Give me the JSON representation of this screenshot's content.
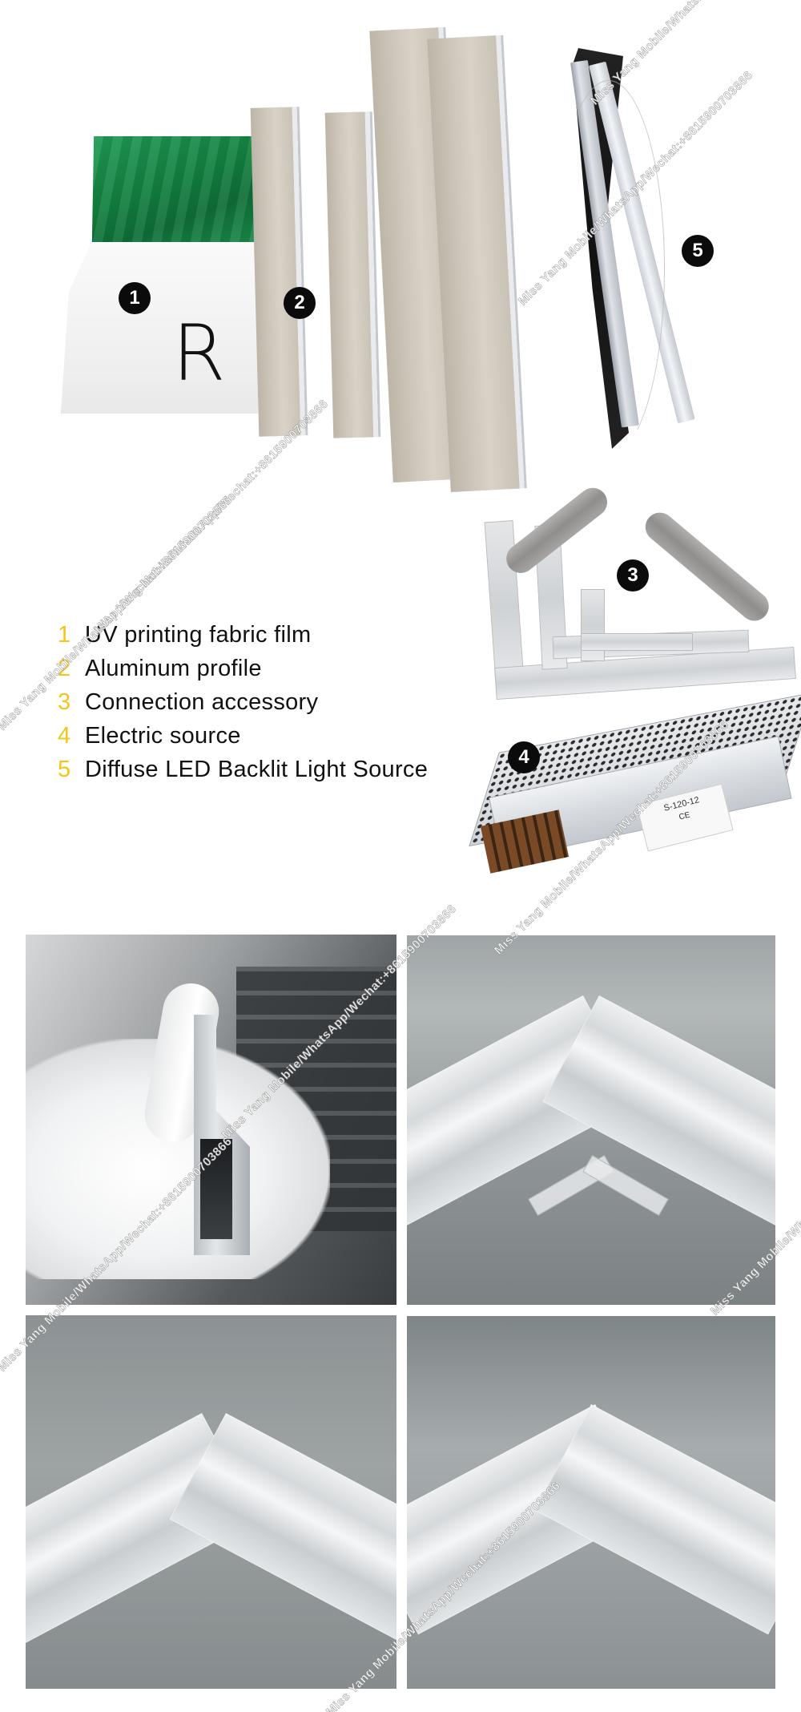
{
  "components": {
    "badges": [
      {
        "number": "1",
        "target": "UV printing fabric film"
      },
      {
        "number": "2",
        "target": "Aluminum profile"
      },
      {
        "number": "3",
        "target": "Connection accessory"
      },
      {
        "number": "4",
        "target": "Electric source"
      },
      {
        "number": "5",
        "target": "Diffuse LED Backlit Light Source"
      }
    ],
    "fabric_print_letters": "R",
    "power_supply_model": "S-120-12",
    "power_supply_mark": "CE"
  },
  "legend": {
    "number_color": "#f3c61a",
    "items": [
      {
        "num": "1",
        "label": "UV printing fabric film"
      },
      {
        "num": "2",
        "label": "Aluminum profile"
      },
      {
        "num": "3",
        "label": "Connection accessory"
      },
      {
        "num": "4",
        "label": "Electric source"
      },
      {
        "num": "5",
        "label": "Diffuse LED Backlit Light Source"
      }
    ]
  },
  "photos": [
    {
      "subject": "aluminum-profile-cross-section-in-gloved-hand"
    },
    {
      "subject": "frame-corner-with-l-bracket"
    },
    {
      "subject": "frame-corner-joint-open"
    },
    {
      "subject": "frame-corner-joint-assembled"
    }
  ],
  "watermark": {
    "text": "Miss Yang  Mobile/WhatsApp/Wechat:+8615900703866"
  }
}
